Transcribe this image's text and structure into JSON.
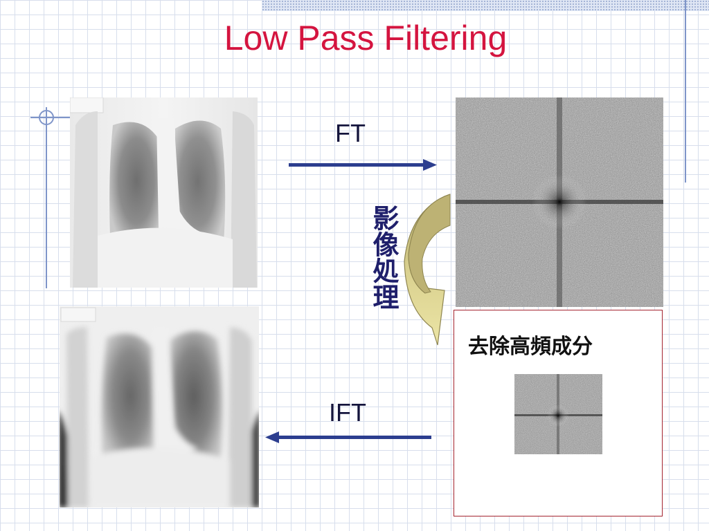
{
  "slide": {
    "title": "Low Pass Filtering",
    "forward_label": "FT",
    "inverse_label": "IFT",
    "process_label": "影像処理",
    "filter_caption": "去除高頻成分"
  },
  "images": {
    "top_left": "chest-xray-original",
    "bottom_left": "chest-xray-filtered",
    "top_right": "fourier-spectrum",
    "bottom_right": "fourier-spectrum-lowpass"
  },
  "colors": {
    "title": "#d4143f",
    "arrow": "#2c3e8f",
    "grid": "#d7deec",
    "curve_arrow": "#d8cd8a",
    "filter_border": "#a4232e"
  }
}
